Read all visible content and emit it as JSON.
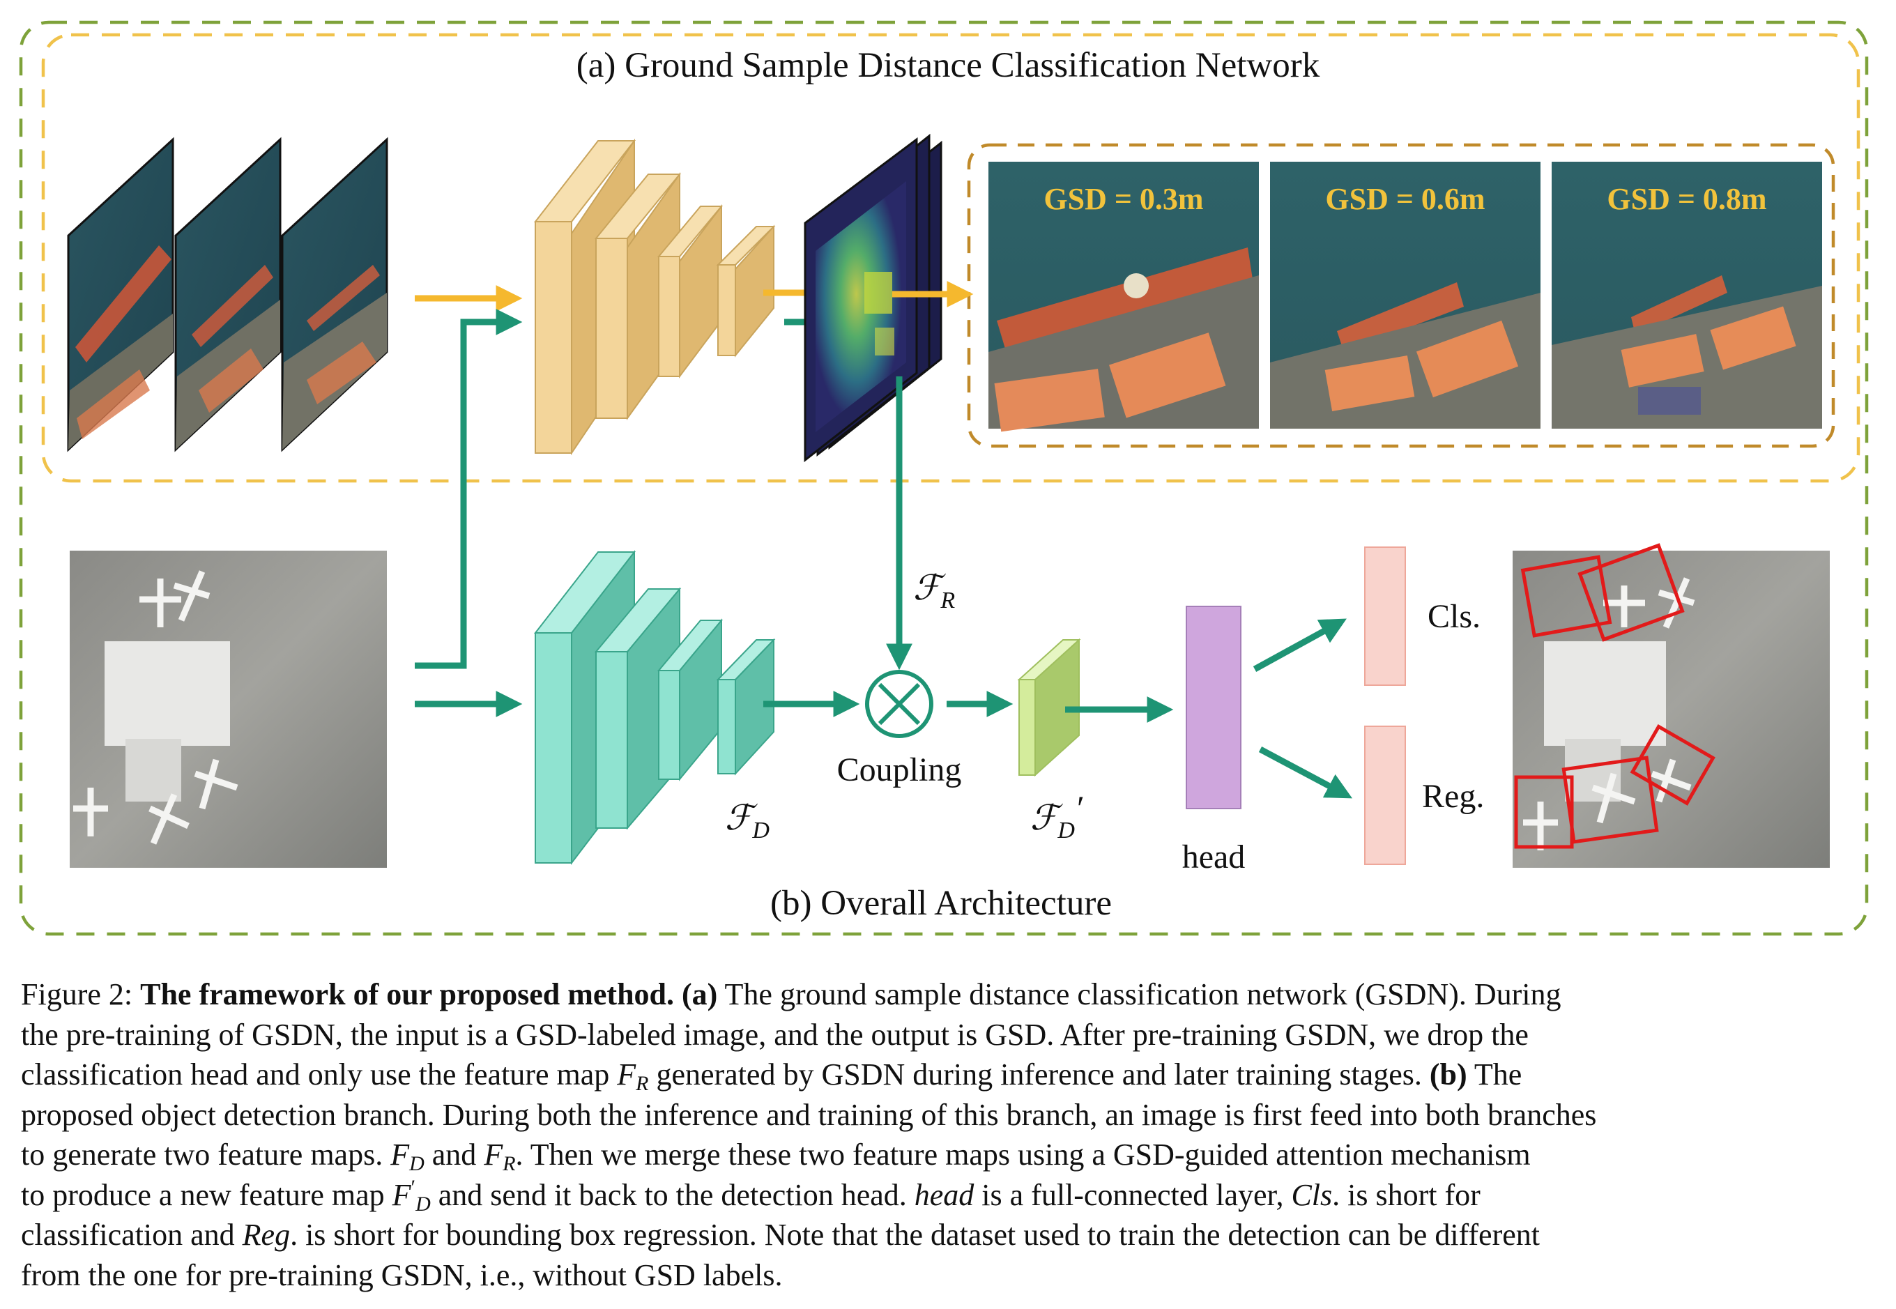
{
  "figure": {
    "panel_a_title": "(a) Ground Sample Distance Classification Network",
    "panel_b_title": "(b) Overall Architecture",
    "gsd_labels": [
      "GSD = 0.3m",
      "GSD = 0.6m",
      "GSD = 0.8m"
    ],
    "labels": {
      "fr": "ℱ",
      "fr_sub": "R",
      "fd": "ℱ",
      "fd_sub": "D",
      "fdp": "ℱ",
      "fdp_sub": "D",
      "fdp_prime": "′",
      "coupling": "Coupling",
      "head": "head",
      "cls": "Cls.",
      "reg": "Reg."
    },
    "colors": {
      "yellow_dash": "#f0c24b",
      "green_dash": "#7ea23a",
      "brown_dash": "#c08a2a",
      "teal_arrow": "#1e9474",
      "orange_arrow": "#f5b82e",
      "yellow_block": "#f3d59a",
      "teal_block": "#8fe3d0",
      "light_green_block": "#d4ec9c",
      "head_block": "#cfa6dd",
      "output_block": "#f9d3cc",
      "box_red": "#e21a1a"
    }
  },
  "caption": {
    "l1_a": "Figure 2: ",
    "l1_b": "The framework of our proposed method.",
    "l1_c": " ",
    "l1_d": "(a)",
    "l1_e": " The ground sample distance classification network (GSDN). During",
    "l2": "the pre-training of GSDN, the input is a GSD-labeled image, and the output is GSD. After pre-training GSDN, we drop the",
    "l3_a": "classification head and only use the feature map ",
    "l3_f": "F",
    "l3_sub": "R",
    "l3_b": " generated by GSDN during inference and later training stages. ",
    "l3_c": "(b)",
    "l3_d": " The",
    "l4": "proposed object detection branch. During both the inference and training of this branch, an image is first feed into both branches",
    "l5_a": "to generate two feature maps. ",
    "l5_f1": "F",
    "l5_sub1": "D",
    "l5_b": " and ",
    "l5_f2": "F",
    "l5_sub2": "R",
    "l5_c": ". Then we merge these two feature maps using a GSD-guided attention mechanism",
    "l6_a": "to produce a new feature map ",
    "l6_f": "F",
    "l6_sup": "′",
    "l6_sub": "D",
    "l6_b": " and send it back to the detection head. ",
    "l6_c": "head",
    "l6_d": " is a full-connected layer, ",
    "l6_e": "Cls",
    "l6_g": ". is short for",
    "l7_a": "classification and ",
    "l7_b": "Reg",
    "l7_c": ". is short for bounding box regression. Note that the dataset used to train the detection can be different",
    "l8": "from the one for pre-training GSDN, i.e., without GSD labels."
  }
}
